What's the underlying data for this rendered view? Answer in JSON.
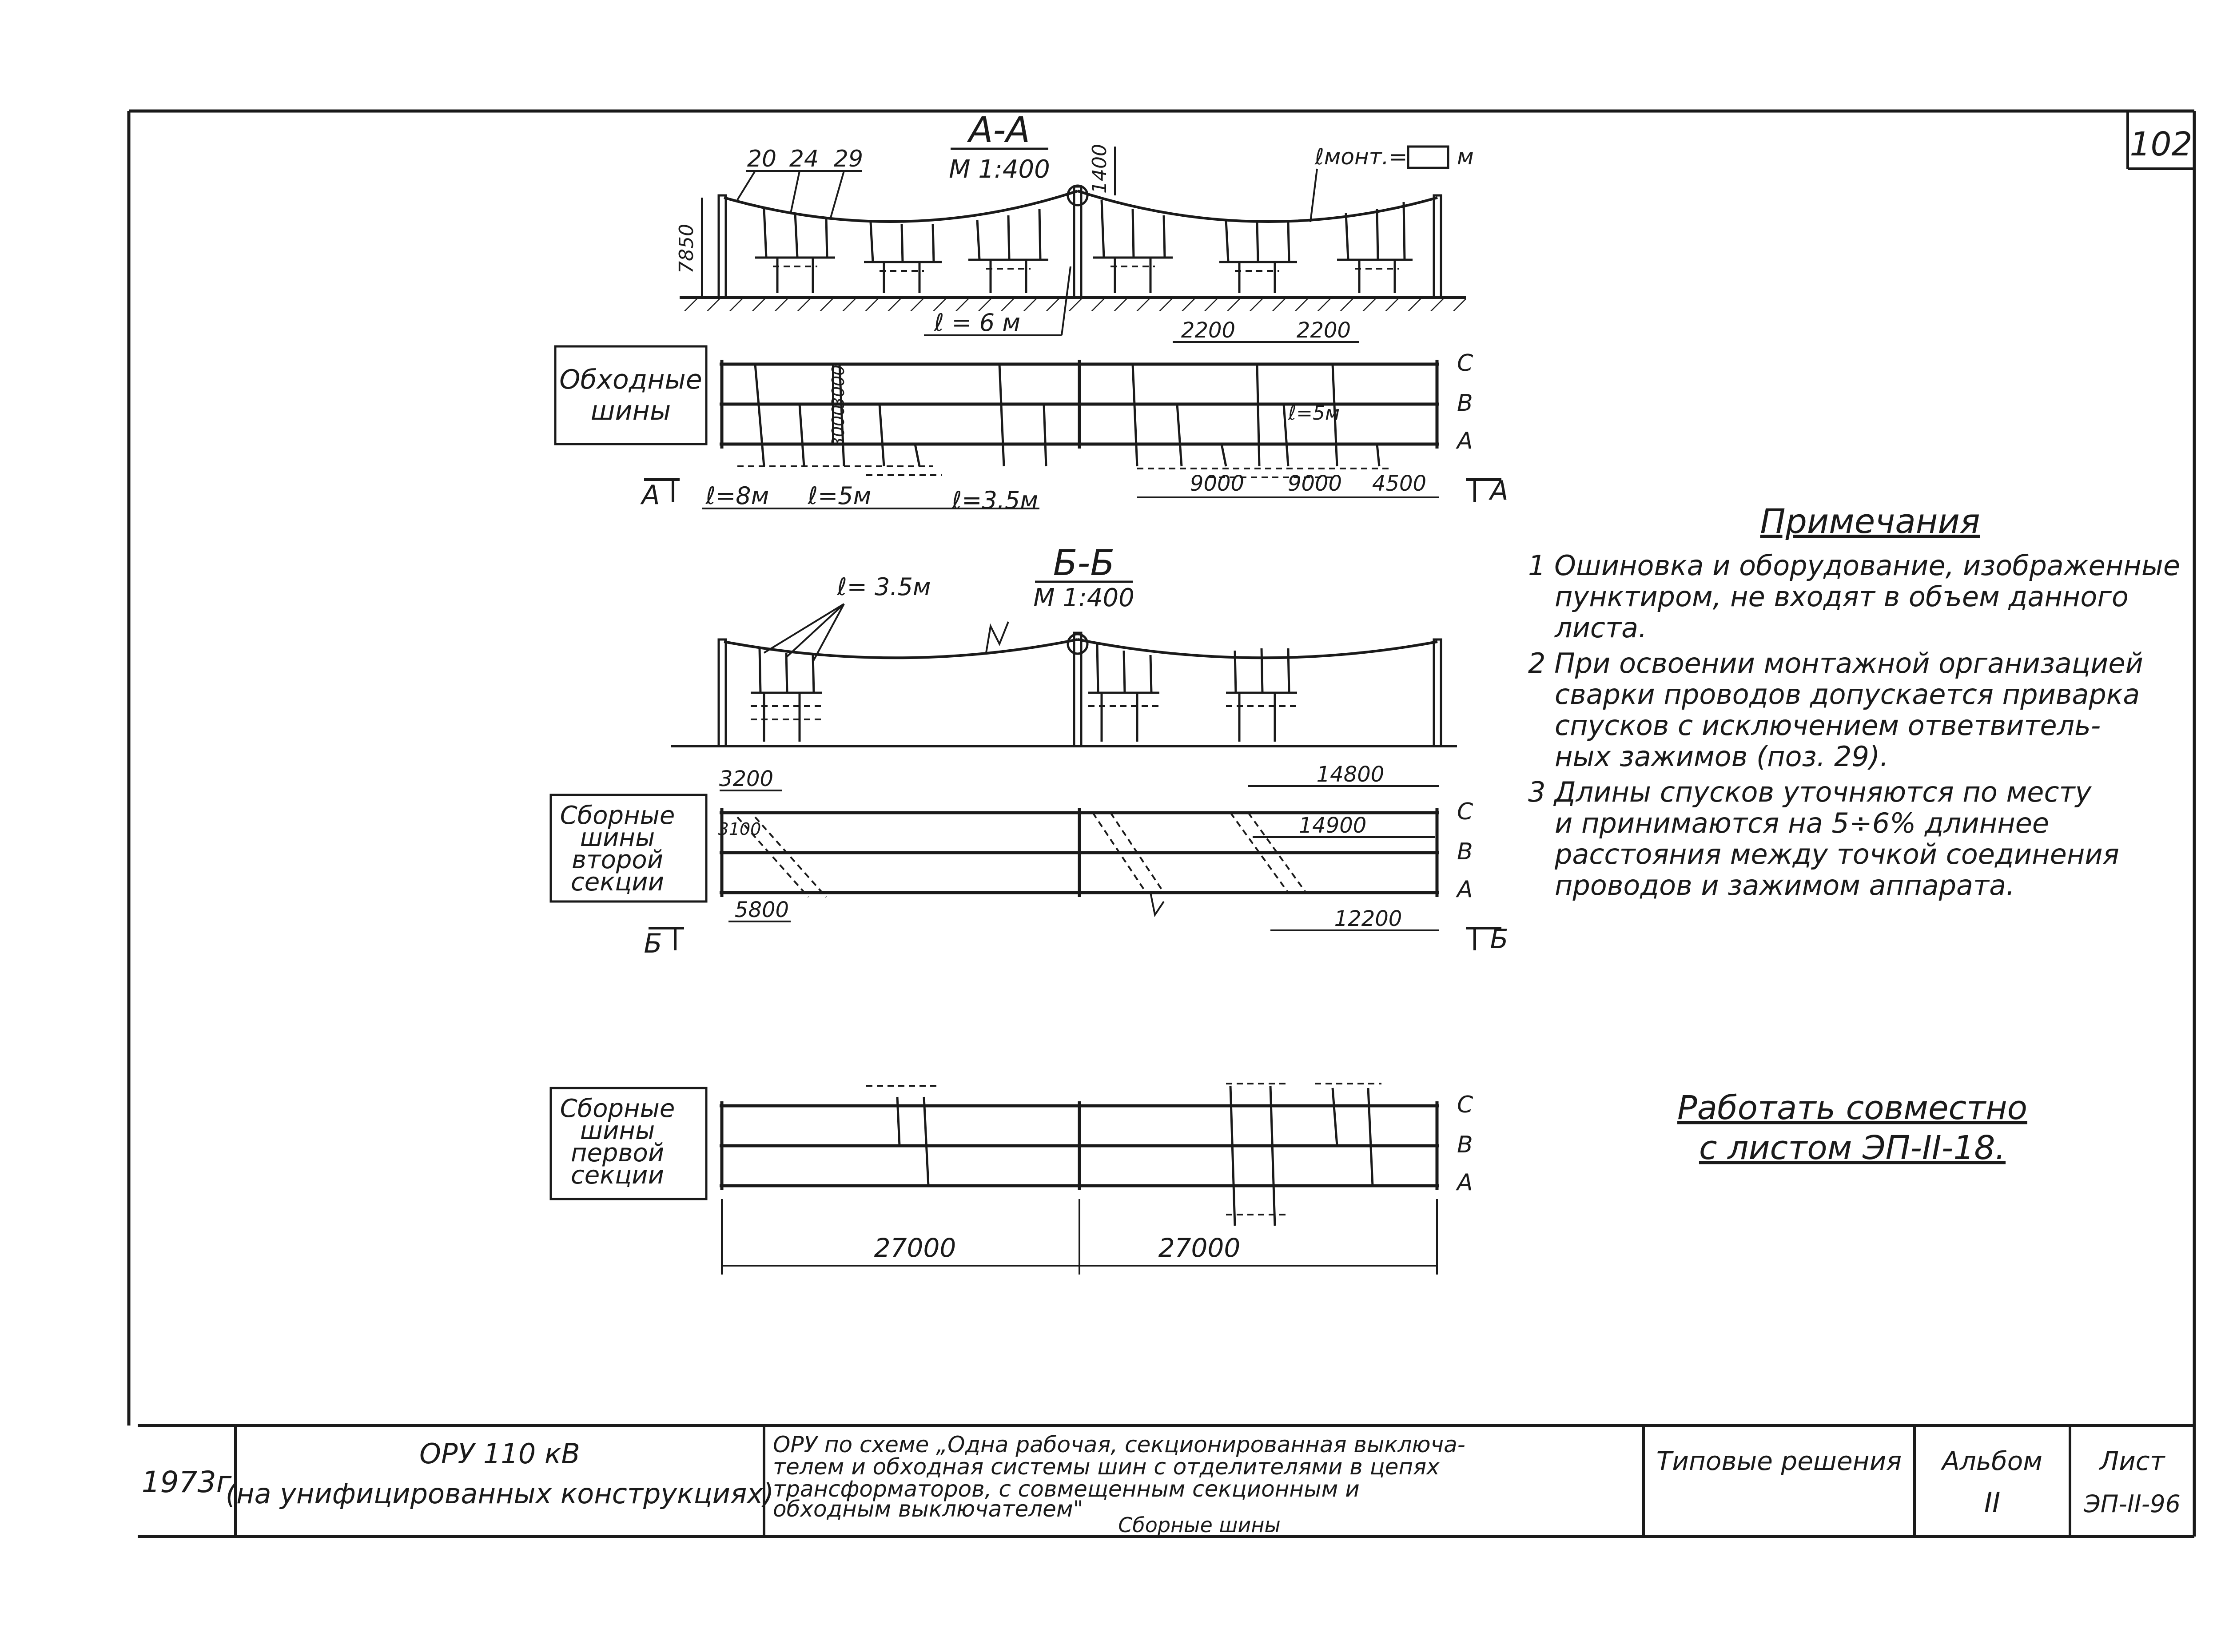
{
  "sheet_number": "102",
  "sections": {
    "aa": {
      "title": "А-А",
      "scale": "М 1:400",
      "height_label": "7850",
      "sag_label": "1400",
      "pos_labels": [
        "20",
        "24",
        "29"
      ],
      "mount_label": "ℓмонт.=",
      "mount_unit": "м",
      "drop_label": "ℓ = 6 м"
    },
    "bypass": {
      "label_lines": [
        "Обходные",
        "шины"
      ],
      "dim_top_left": "2200",
      "dim_top_right": "2200",
      "spacing_top": "3000",
      "spacing_bottom": "3000",
      "l_5m_right": "ℓ=5м",
      "l_8m": "ℓ=8м",
      "l_5m": "ℓ=5м",
      "l_3_5m": "ℓ=3.5м",
      "dim_9000_a": "9000",
      "dim_9000_b": "9000",
      "dim_4500": "4500",
      "cut_left": "А",
      "cut_right": "А"
    },
    "bb": {
      "title": "Б-Б",
      "scale": "М 1:400",
      "drop_label": "ℓ= 3.5м"
    },
    "second": {
      "label_lines": [
        "Сборные",
        "шины",
        "второй",
        "секции"
      ],
      "dim_3200": "3200",
      "dim_3100": "3100",
      "dim_5800": "5800",
      "dim_14800": "14800",
      "dim_14900": "14900",
      "dim_12200": "12200",
      "cut_left": "Б",
      "cut_right": "Б"
    },
    "first": {
      "label_lines": [
        "Сборные",
        "шины",
        "первой",
        "секции"
      ],
      "dim_left": "27000",
      "dim_right": "27000"
    }
  },
  "phases": [
    "С",
    "В",
    "А"
  ],
  "notes": {
    "title": "Примечания",
    "lines": [
      "1 Ошиновка и оборудование, изображенные",
      "пунктиром, не входят в объем данного",
      "листа.",
      "2 При освоении монтажной организацией",
      "сварки проводов допускается приварка",
      "спусков с исключением ответвитель-",
      "ных зажимов (поз. 29).",
      "3 Длины спусков уточняются по месту",
      "и принимаются на 5÷6% длиннее",
      "расстояния между точкой соединения",
      "проводов и зажимом аппарата."
    ]
  },
  "cooperate": {
    "line1": "Работать совместно",
    "line2": "с листом ЭП-II-18."
  },
  "title_block": {
    "year": "1973г",
    "project_line1": "ОРУ 110 кВ",
    "project_line2": "(на унифицированных конструкциях)",
    "desc_lines": [
      "ОРУ по схеме „Одна рабочая, секционированная выключа-",
      "телем и обходная системы шин с отделителями в цепях",
      "трансформаторов, с совмещенным секционным и",
      "обходным выключателем\"",
      "Сборные шины"
    ],
    "type_label": "Типовые решения",
    "album_label": "Альбом",
    "album_value": "II",
    "sheet_label": "Лист",
    "sheet_value": "ЭП-II-96"
  }
}
